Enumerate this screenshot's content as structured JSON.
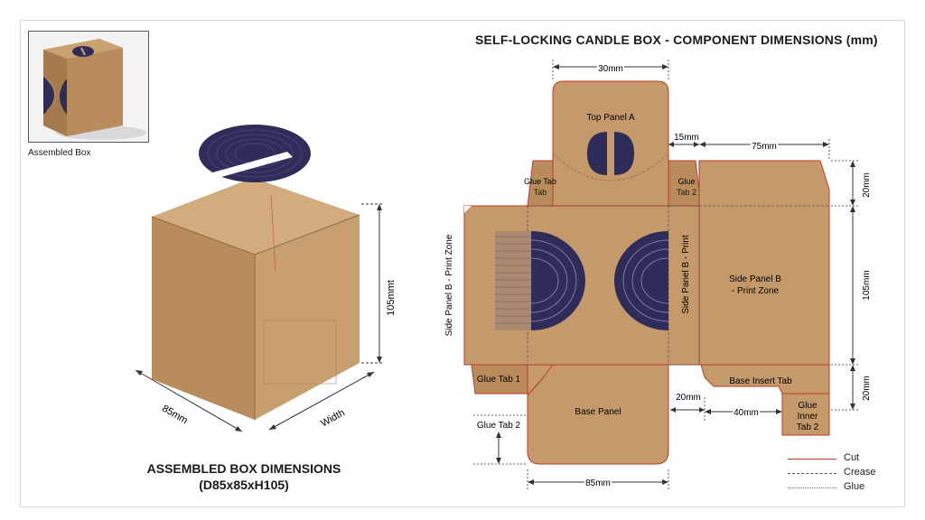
{
  "header": {
    "title": "SELF-LOCKING CANDLE BOX - COMPONENT DIMENSIONS (mm)"
  },
  "thumbnail": {
    "label": "Assembled Box"
  },
  "assembled": {
    "title": "ASSEMBLED BOX DIMENSIONS",
    "subtitle": "(D85x85xH105)",
    "dim_height": "105mmt",
    "dim_depth": "85mm",
    "dim_width": "Width"
  },
  "dieline": {
    "panels": {
      "top_panel": "Top Panel A",
      "glue_tab_left": "Glue Tab",
      "glue_tab_2_top": "Glue Tab 2",
      "side_panel_b_left": "Side Panel B - Print Zone",
      "side_panel_b_print": "Side Panel B - Print",
      "side_panel_b_right_1": "Side Panel B",
      "side_panel_b_right_2": "- Print Zone",
      "glue_tab_1": "Glue Tab 1",
      "base_panel": "Base Panel",
      "base_insert_tab": "Base Insert Tab",
      "glue_inner_tab_1": "Glue",
      "glue_inner_tab_2": "Inner",
      "glue_inner_tab_3": "Tab 2",
      "glue_tab_2_bottom": "Glue Tab 2"
    },
    "dimensions": {
      "top_width": "30mm",
      "gap_15": "15mm",
      "side_75": "75mm",
      "right_20_top": "20mm",
      "right_105": "105mm",
      "right_20_bottom": "20mm",
      "mid_20": "20mm",
      "insert_40": "40mm",
      "base_85": "85mm"
    }
  },
  "legend": {
    "cut": "Cut",
    "crease": "Crease",
    "glue": "Glue"
  },
  "colors": {
    "kraft": "#c59a6a",
    "kraft_dark": "#a97e51",
    "kraft_light": "#d2ac7f",
    "navy": "#2f2c5a",
    "cut": "#c0392b",
    "line": "#333333"
  }
}
